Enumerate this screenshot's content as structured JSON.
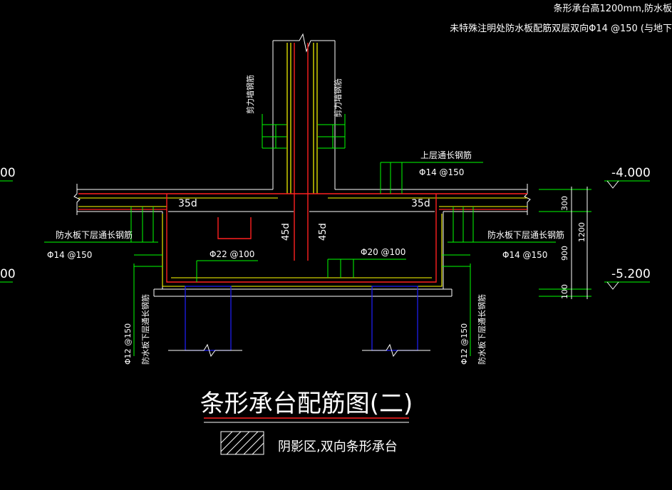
{
  "header": {
    "note_line1": "条形承台高1200mm,防水板",
    "note_line2": "未特殊注明处防水板配筋双层双向Φ14 @150 (与地下"
  },
  "labels": {
    "wall_bar_left": "剪力墙钢筋",
    "wall_bar_right": "剪力墙钢筋",
    "top_bar": "上层通长钢筋",
    "top_bar_spec": "Φ14 @150",
    "anchor_left": "35d",
    "anchor_right": "35d",
    "lap_left": "45d",
    "lap_right": "45d",
    "bottom_bar_left": "防水板下层通长钢筋",
    "bottom_bar_left_spec": "Φ14 @150",
    "bottom_bar_right": "防水板下层通长钢筋",
    "bottom_bar_right_spec": "Φ14 @150",
    "cap_bar_left": "Φ22 @100",
    "cap_bar_right": "Φ20 @100",
    "side_bar_left": "防水板下层通长钢筋",
    "side_bar_left_spec": "Φ12 @150",
    "side_bar_right": "防水板下层通长钢筋",
    "side_bar_right_spec": "Φ12 @150",
    "left_edge_top": "00",
    "left_edge_bottom": "00"
  },
  "dimensions": {
    "elev_top": "-4.000",
    "elev_bottom": "-5.200",
    "d300": "300",
    "d900": "900",
    "d1200": "1200",
    "d100": "100"
  },
  "title": "条形承台配筋图(二)",
  "legend": {
    "text": "阴影区,双向条形承台"
  },
  "colors": {
    "background": "#000000",
    "rebar_red": "#ff2020",
    "rebar_yellow": "#ffff00",
    "leader_green": "#00ff00",
    "outline_white": "#ffffff",
    "pile_blue": "#2020ff"
  }
}
